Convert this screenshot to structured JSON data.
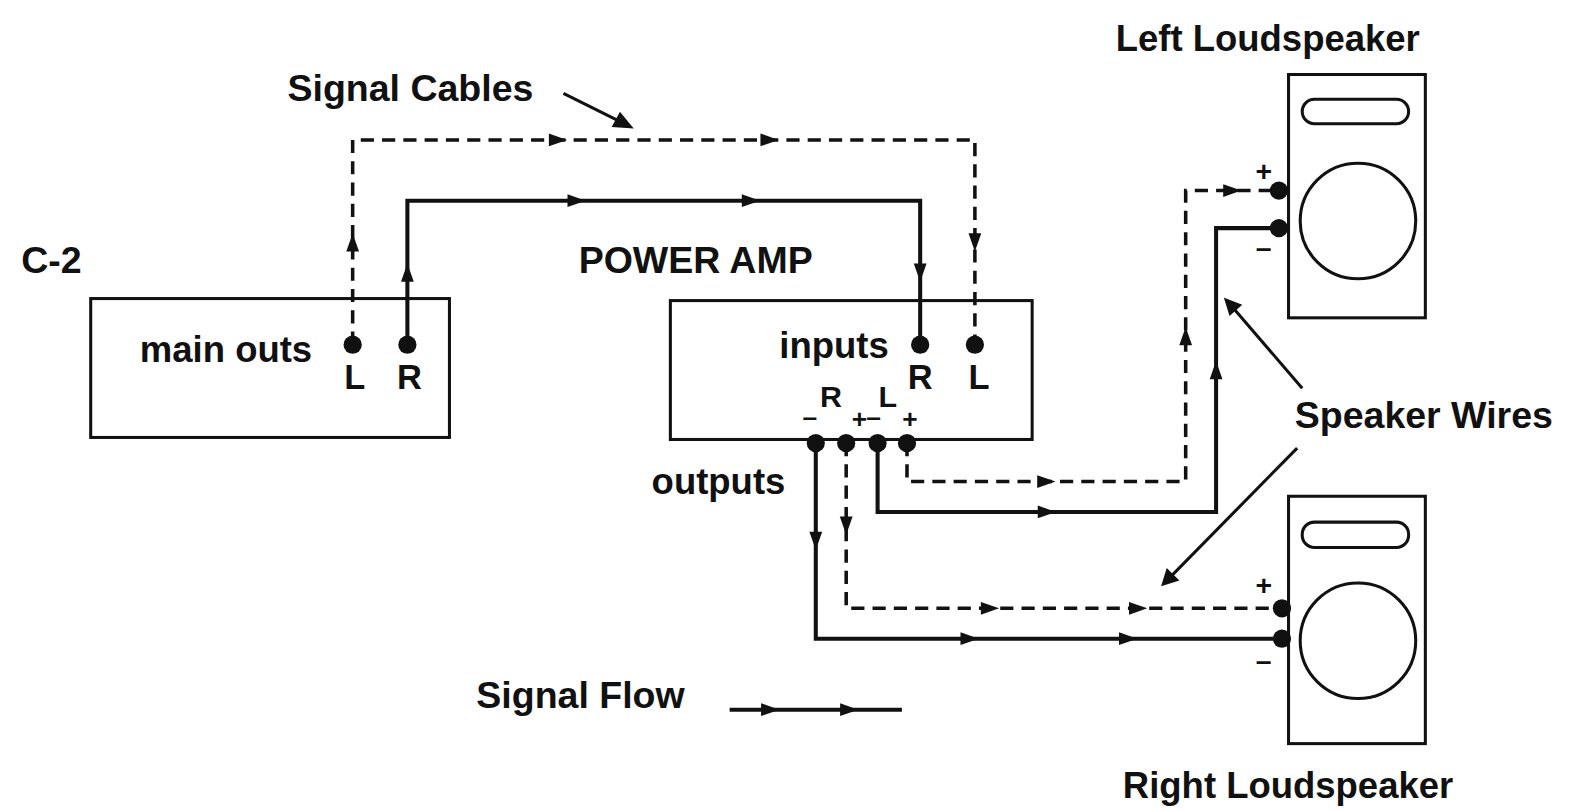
{
  "diagram": {
    "nodes": [
      {
        "text": [
          "C-2",
          "main outs"
        ]
      },
      {
        "text": [
          "POWER AMP",
          "inputs",
          "outputs"
        ]
      },
      {
        "text": [
          "Left Loudspeaker"
        ]
      },
      {
        "text": [
          "Right Loudspeaker"
        ]
      }
    ],
    "edges": [
      {
        "from": 0,
        "to": 1,
        "arrow": "to"
      },
      {
        "from": 0,
        "to": 1,
        "arrow": "to"
      },
      {
        "from": 1,
        "to": 2,
        "arrow": "to"
      },
      {
        "from": 1,
        "to": 2,
        "arrow": "to"
      },
      {
        "from": 1,
        "to": 3,
        "arrow": "to"
      },
      {
        "from": 1,
        "to": 3,
        "arrow": "to"
      }
    ],
    "labels": [
      "Signal Cables",
      "L",
      "R",
      "R",
      "L",
      "R",
      "L",
      "–",
      "+",
      "–",
      "+",
      "+",
      "–",
      "Speaker Wires",
      "+",
      "–"
    ],
    "legend": [
      {
        "text": "Signal Flow"
      }
    ]
  }
}
